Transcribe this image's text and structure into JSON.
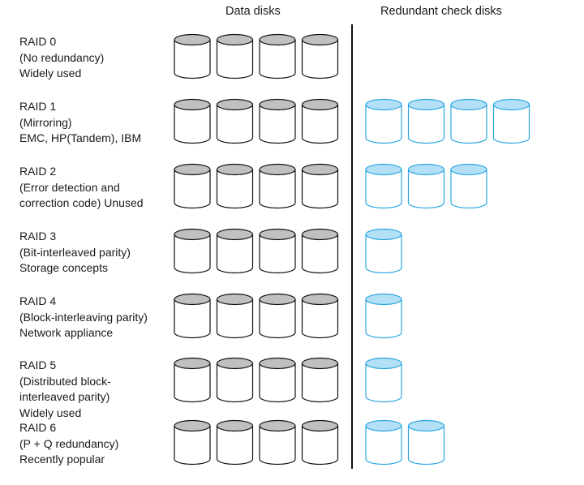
{
  "headers": {
    "data_disks": "Data disks",
    "check_disks": "Redundant check disks"
  },
  "colors": {
    "data_top": "#c0c0c0",
    "data_stroke": "#111111",
    "check_top": "#b3e0f7",
    "check_stroke": "#2aa6e0"
  },
  "rows": [
    {
      "lines": [
        "RAID 0",
        "(No redundancy)",
        "Widely used"
      ],
      "data_disks": 4,
      "check_disks": 0
    },
    {
      "lines": [
        "RAID 1",
        "(Mirroring)",
        "EMC, HP(Tandem), IBM"
      ],
      "data_disks": 4,
      "check_disks": 4
    },
    {
      "lines": [
        "RAID 2",
        "(Error detection and",
        "correction code) Unused"
      ],
      "data_disks": 4,
      "check_disks": 3
    },
    {
      "lines": [
        "RAID 3",
        "(Bit-interleaved parity)",
        "Storage concepts"
      ],
      "data_disks": 4,
      "check_disks": 1
    },
    {
      "lines": [
        "RAID 4",
        "(Block-interleaving parity)",
        "Network appliance"
      ],
      "data_disks": 4,
      "check_disks": 1
    },
    {
      "lines": [
        "RAID 5",
        "(Distributed block-",
        "interleaved parity)",
        "Widely used"
      ],
      "data_disks": 4,
      "check_disks": 1
    },
    {
      "lines": [
        "RAID 6",
        "(P + Q redundancy)",
        "Recently popular"
      ],
      "data_disks": 4,
      "check_disks": 2
    }
  ]
}
